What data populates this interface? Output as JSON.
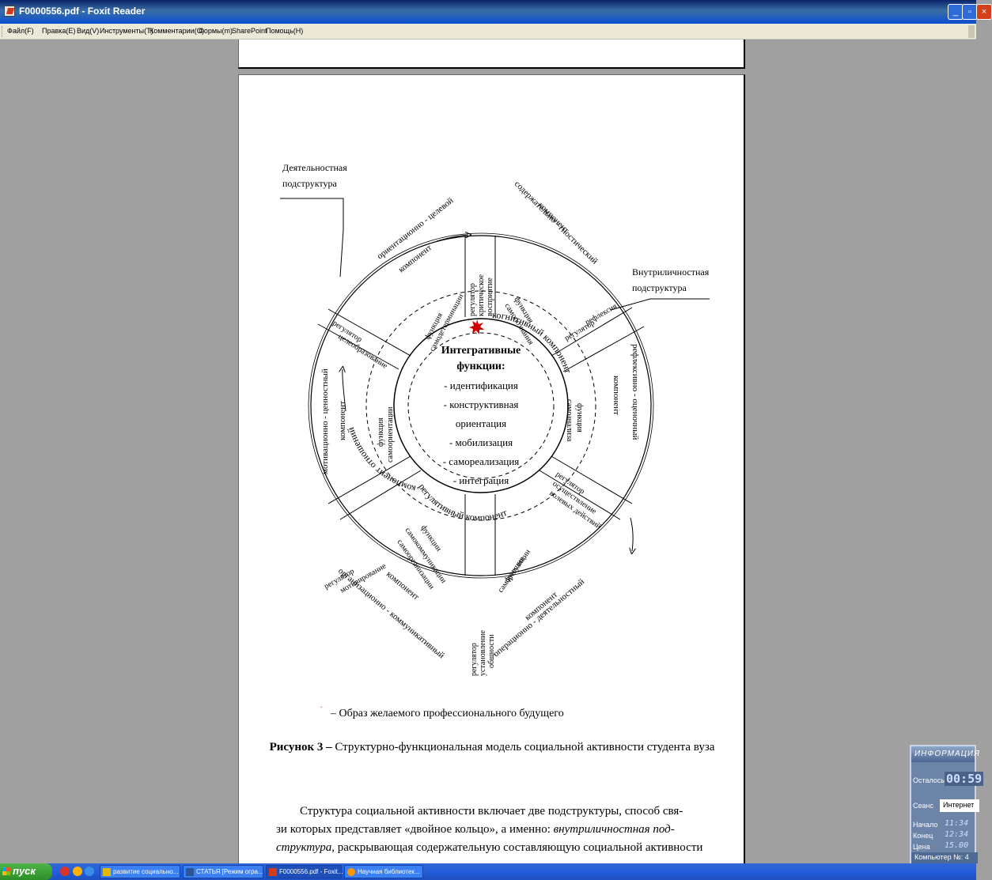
{
  "window": {
    "title": "F0000556.pdf - Foxit Reader",
    "buttons": [
      "_",
      "▫",
      "×"
    ]
  },
  "menu": [
    "Файл(F)",
    "Правка(E)",
    "Вид(V)",
    "Инструменты(T)",
    "Комментарии(C)",
    "Формы(m)",
    "SharePoint",
    "Помощь(H)"
  ],
  "figure": {
    "outer_labels": {
      "activity": "Деятельностная подструктура",
      "intrapersonal": "Внутриличностная подструктура"
    },
    "outer_ring": {
      "seg1_a": "ориентационно - целевой",
      "seg1_b": "компонент",
      "seg2_a": "содержательно - гностический",
      "seg2_b": "компонент",
      "seg3_a": "рефлексивно - оценочный",
      "seg3_b": "компонент",
      "seg4_a": "операционно - деятельностный",
      "seg4_b": "компонент",
      "seg5_a": "организационно - коммуникативный",
      "seg5_b": "компонент",
      "seg6_a": "мотивационно - ценностный",
      "seg6_b": "компонент"
    },
    "regulators": {
      "r1_a": "регулятор",
      "r1_b": "критическое",
      "r1_c": "восприятие",
      "r2_a": "регулятор",
      "r2_b": "рефлексия",
      "r3_a": "регулятор",
      "r3_b": "осуществление",
      "r3_c": "волевых действий",
      "r4_a": "регулятор",
      "r4_b": "установление",
      "r4_c": "общности",
      "r5_a": "регулятор",
      "r5_b": "мотивирование",
      "r6_a": "регулятор",
      "r6_b": "целеобразование"
    },
    "functions": {
      "f1_a": "функция",
      "f1_b": "самодетерминации",
      "f2_a": "функция",
      "f2_b": "самопознания",
      "f3_a": "функция",
      "f3_b": "самоанализа",
      "f4_a": "функция",
      "f4_b": "саморегуляции",
      "f5_a": "функции",
      "f5_b": "самокоммуникации",
      "f5_c": "самоорганизации",
      "f6_a": "функция",
      "f6_b": "самоориентации"
    },
    "inner_ring": {
      "cognitive": "когнитивный компонент",
      "regulative": "регулятивный компонент",
      "relations": "компонент отношений"
    },
    "center": {
      "title_1": "Интегративные",
      "title_2": "функции:",
      "items": [
        "- идентификация",
        "- конструктивная",
        "ориентация",
        "- мобилизация",
        "- самореализация",
        "- интеграция"
      ]
    }
  },
  "legend_text": "– Образ желаемого профессионального будущего",
  "caption": {
    "bold": "Рисунок 3 –",
    "text": " Структурно-функциональная модель социальной активности студента вуза"
  },
  "body": {
    "line1": "Структура социальной активности включает две подструктуры, способ свя-",
    "line2_a": "зи которых представляет «двойное кольцо», а именно: ",
    "line2_b": "внутриличностная под-",
    "line3_a": "структура,",
    "line3_b": " раскрывающая содержательную составляющую социальной активности"
  },
  "timer_panel": {
    "header": "ИНФОРМАЦИЯ",
    "remaining_label": "Осталось",
    "remaining_value": "00:59",
    "session_label": "Сеанс",
    "session_value": "Интернет",
    "start_label": "Начало",
    "start_value": "11:34",
    "end_label": "Конец",
    "end_value": "12:34",
    "price_label": "Цена",
    "price_value": "15.00",
    "footer": "Компьютер №: 4"
  },
  "taskbar": {
    "start": "пуск",
    "tasks": [
      "развитие социально...",
      "СТАТЬЯ [Режим огра...",
      "F0000556.pdf - Foxit...",
      "Научная библиотек..."
    ]
  },
  "colors": {
    "star": "#cc0000",
    "xp_blue": "#245edb",
    "start_green": "#3c9e34"
  }
}
